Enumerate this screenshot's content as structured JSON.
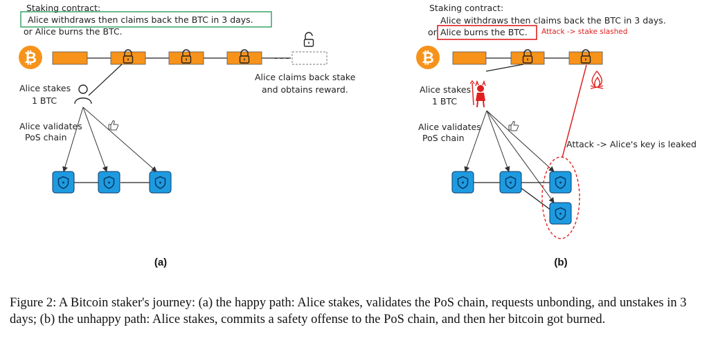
{
  "panel_a": {
    "contract_title": "Staking contract:",
    "contract_option_1": "Alice withdraws then claims back the BTC in 3 days.",
    "contract_option_2": "or Alice burns the BTC.",
    "bitcoin_symbol": "₿",
    "stake_label_1": "Alice stakes",
    "stake_label_2": "1 BTC",
    "validate_label_1": "Alice validates",
    "validate_label_2": "PoS chain",
    "dots": "- - -",
    "claim_label_1": "Alice claims back stake",
    "claim_label_2": "and obtains reward.",
    "label": "(a)"
  },
  "panel_b": {
    "contract_title": "Staking contract:",
    "contract_option_1": "Alice withdraws then claims back the BTC in 3 days.",
    "contract_option_2_prefix": "or",
    "contract_option_2": "Alice burns the BTC.",
    "slashed_note": "Attack -> stake slashed",
    "bitcoin_symbol": "₿",
    "stake_label_1": "Alice stakes",
    "stake_label_2": "1 BTC",
    "validate_label_1": "Alice validates",
    "validate_label_2": "PoS chain",
    "key_leak_note": "Attack -> Alice's key is leaked",
    "label": "(b)"
  },
  "caption": "Figure 2: A Bitcoin staker's journey: (a) the happy path: Alice stakes, validates the PoS chain, requests unbonding, and unstakes in 3 days; (b) the unhappy path: Alice stakes, commits a safety offense to the PoS chain, and then her bitcoin got burned.",
  "colors": {
    "orange": "#f7931a",
    "blue": "#1e9be0",
    "red": "#e02020",
    "green_box": "#2a9d5c"
  }
}
